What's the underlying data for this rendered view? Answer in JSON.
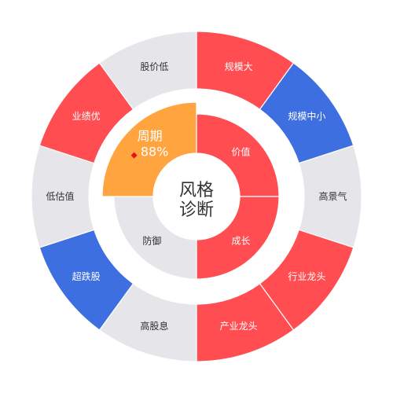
{
  "colors": {
    "red": "#ff4d51",
    "blue": "#3d6fe0",
    "gray": "#e5e5ea",
    "orange": "#ffa43e",
    "dark_text": "#333333",
    "light_text": "#ffffff",
    "marker": "#e8111a"
  },
  "center": {
    "line1": "风格",
    "line2": "诊断"
  },
  "outer_ring": [
    {
      "label": "规模大",
      "color": "red"
    },
    {
      "label": "规模中小",
      "color": "blue"
    },
    {
      "label": "高景气",
      "color": "gray"
    },
    {
      "label": "行业龙头",
      "color": "red"
    },
    {
      "label": "产业龙头",
      "color": "red"
    },
    {
      "label": "高股息",
      "color": "gray"
    },
    {
      "label": "超跌股",
      "color": "blue"
    },
    {
      "label": "低估值",
      "color": "gray"
    },
    {
      "label": "业绩优",
      "color": "red"
    },
    {
      "label": "股价低",
      "color": "gray"
    }
  ],
  "inner_ring": [
    {
      "label": "价值",
      "color": "red"
    },
    {
      "label": "成长",
      "color": "red"
    },
    {
      "label": "防御",
      "color": "gray"
    },
    {
      "label": "周期",
      "color": "orange",
      "highlight": true,
      "value": "88%"
    }
  ]
}
